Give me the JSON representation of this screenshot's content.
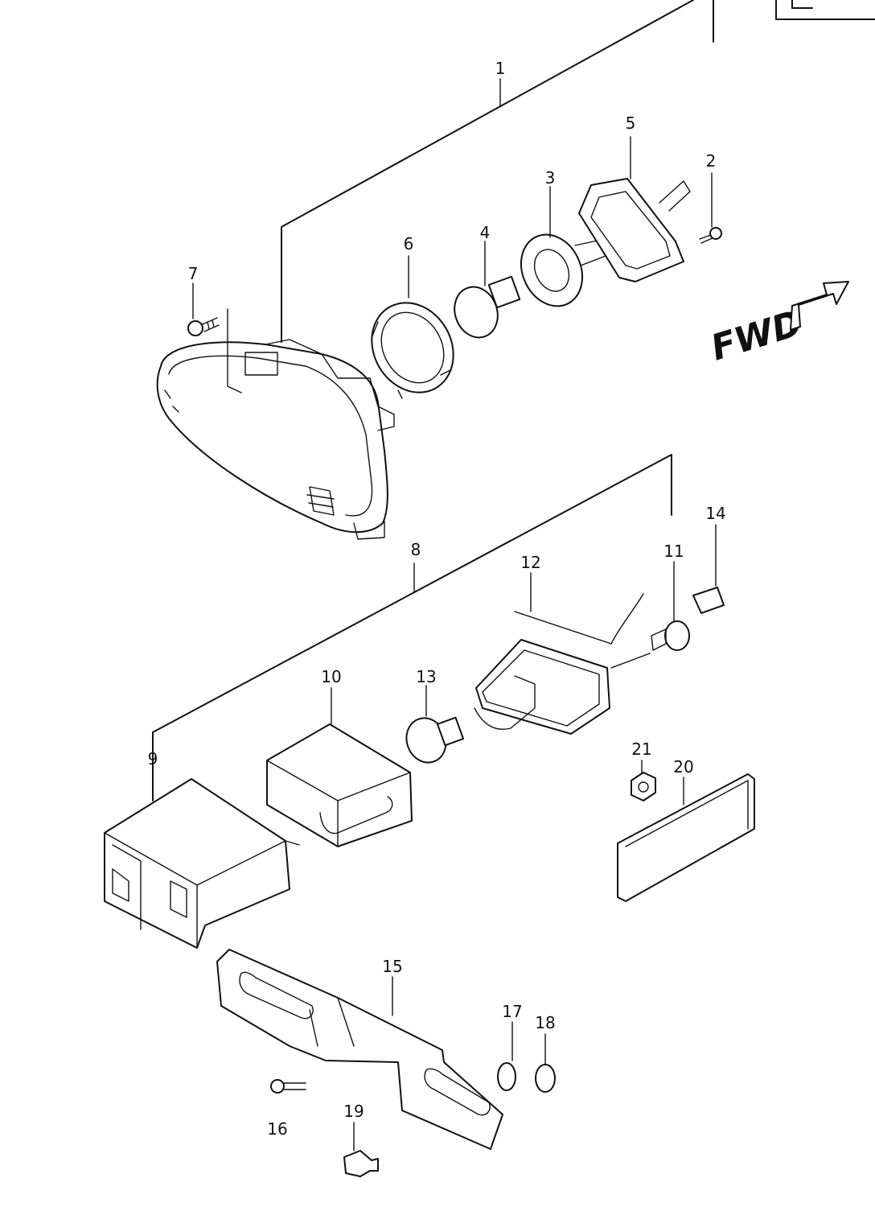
{
  "diagram": {
    "direction_label": "FWD",
    "callouts": [
      "1",
      "2",
      "3",
      "4",
      "5",
      "6",
      "7",
      "8",
      "9",
      "10",
      "11",
      "12",
      "13",
      "14",
      "15",
      "16",
      "17",
      "18",
      "19",
      "20",
      "21"
    ]
  }
}
